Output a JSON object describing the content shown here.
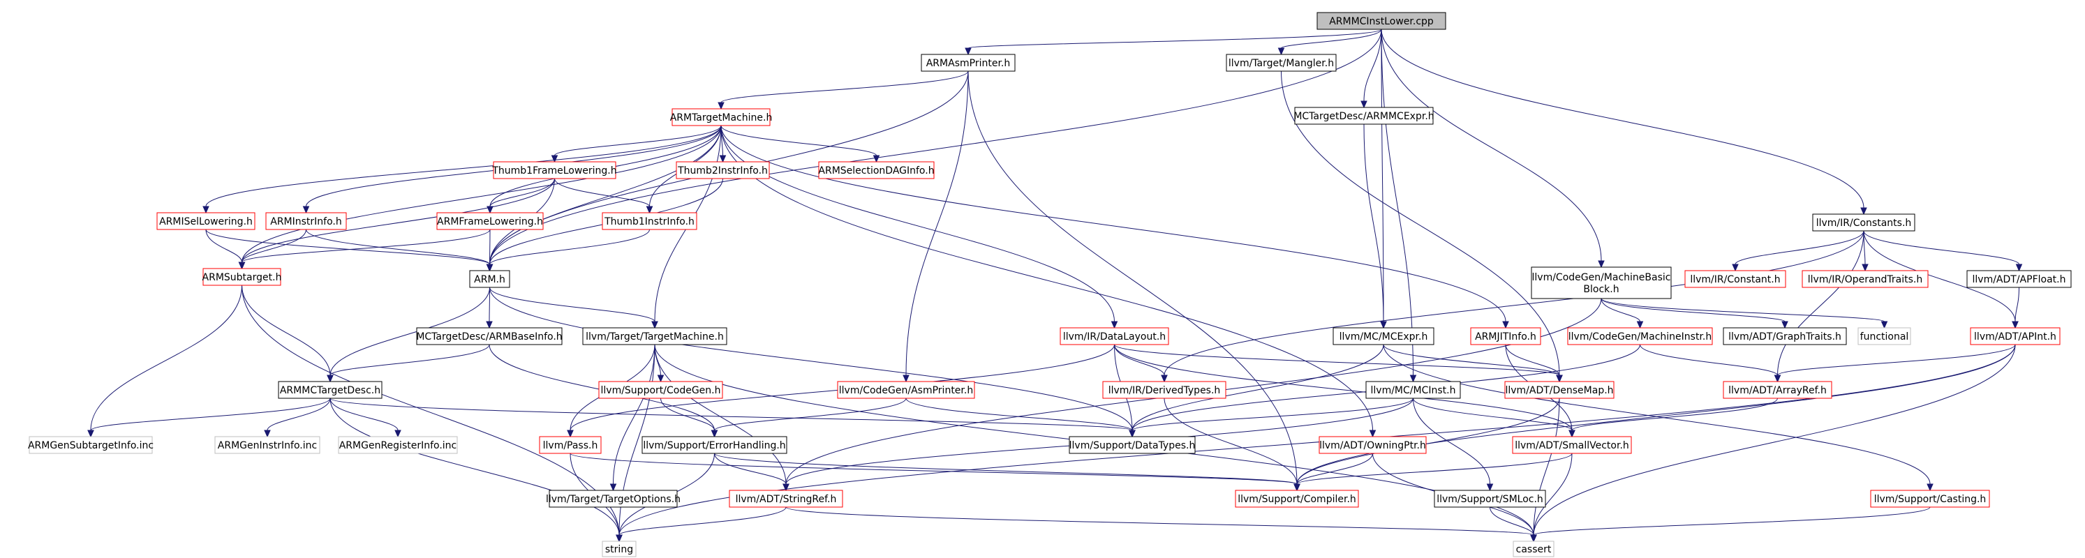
{
  "colors": {
    "edge": "#191970",
    "border_default": "#000000",
    "border_red": "#ff0000",
    "border_gray": "#bfbfbf",
    "root_fill": "#bfbfbf"
  },
  "nodes": [
    {
      "id": "root",
      "lines": [
        "ARMMCInstLower.cpp"
      ],
      "style": "root"
    },
    {
      "id": "asmprinter",
      "lines": [
        "ARMAsmPrinter.h"
      ],
      "style": "black"
    },
    {
      "id": "mangler",
      "lines": [
        "llvm/Target/Mangler.h"
      ],
      "style": "black"
    },
    {
      "id": "armmcexpr",
      "lines": [
        "MCTargetDesc/ARMMCExpr.h"
      ],
      "style": "black"
    },
    {
      "id": "tm",
      "lines": [
        "ARMTargetMachine.h"
      ],
      "style": "red"
    },
    {
      "id": "constants",
      "lines": [
        "llvm/IR/Constants.h"
      ],
      "style": "black"
    },
    {
      "id": "t1fl",
      "lines": [
        "Thumb1FrameLowering.h"
      ],
      "style": "red"
    },
    {
      "id": "t2ii",
      "lines": [
        "Thumb2InstrInfo.h"
      ],
      "style": "red"
    },
    {
      "id": "seldag",
      "lines": [
        "ARMSelectionDAGInfo.h"
      ],
      "style": "red"
    },
    {
      "id": "isellow",
      "lines": [
        "ARMISelLowering.h"
      ],
      "style": "red"
    },
    {
      "id": "armii",
      "lines": [
        "ARMInstrInfo.h"
      ],
      "style": "red"
    },
    {
      "id": "armfl",
      "lines": [
        "ARMFrameLowering.h"
      ],
      "style": "red"
    },
    {
      "id": "t1ii",
      "lines": [
        "Thumb1InstrInfo.h"
      ],
      "style": "red"
    },
    {
      "id": "subtarget",
      "lines": [
        "ARMSubtarget.h"
      ],
      "style": "red"
    },
    {
      "id": "armh",
      "lines": [
        "ARM.h"
      ],
      "style": "black"
    },
    {
      "id": "mbb",
      "lines": [
        "llvm/CodeGen/MachineBasic",
        "Block.h"
      ],
      "style": "black"
    },
    {
      "id": "irconstant",
      "lines": [
        "llvm/IR/Constant.h"
      ],
      "style": "red"
    },
    {
      "id": "operandtraits",
      "lines": [
        "llvm/IR/OperandTraits.h"
      ],
      "style": "red"
    },
    {
      "id": "apfloat",
      "lines": [
        "llvm/ADT/APFloat.h"
      ],
      "style": "black"
    },
    {
      "id": "basinfo",
      "lines": [
        "MCTargetDesc/ARMBaseInfo.h"
      ],
      "style": "black"
    },
    {
      "id": "targetmachine",
      "lines": [
        "llvm/Target/TargetMachine.h"
      ],
      "style": "black"
    },
    {
      "id": "datalayout",
      "lines": [
        "llvm/IR/DataLayout.h"
      ],
      "style": "red"
    },
    {
      "id": "mcexpr",
      "lines": [
        "llvm/MC/MCExpr.h"
      ],
      "style": "black"
    },
    {
      "id": "jtinfo",
      "lines": [
        "ARMJITInfo.h"
      ],
      "style": "red"
    },
    {
      "id": "machineinstr",
      "lines": [
        "llvm/CodeGen/MachineInstr.h"
      ],
      "style": "red"
    },
    {
      "id": "graphtraits",
      "lines": [
        "llvm/ADT/GraphTraits.h"
      ],
      "style": "black"
    },
    {
      "id": "functional",
      "lines": [
        "functional"
      ],
      "style": "gray"
    },
    {
      "id": "apint",
      "lines": [
        "llvm/ADT/APInt.h"
      ],
      "style": "red"
    },
    {
      "id": "mctargetdesc",
      "lines": [
        "ARMMCTargetDesc.h"
      ],
      "style": "black"
    },
    {
      "id": "supcodegen",
      "lines": [
        "llvm/Support/CodeGen.h"
      ],
      "style": "red"
    },
    {
      "id": "cgasmprinter",
      "lines": [
        "llvm/CodeGen/AsmPrinter.h"
      ],
      "style": "red"
    },
    {
      "id": "derivedtypes",
      "lines": [
        "llvm/IR/DerivedTypes.h"
      ],
      "style": "red"
    },
    {
      "id": "mcinst",
      "lines": [
        "llvm/MC/MCInst.h"
      ],
      "style": "black"
    },
    {
      "id": "densemap",
      "lines": [
        "llvm/ADT/DenseMap.h"
      ],
      "style": "red"
    },
    {
      "id": "arrayref",
      "lines": [
        "llvm/ADT/ArrayRef.h"
      ],
      "style": "red"
    },
    {
      "id": "gensubinc",
      "lines": [
        "ARMGenSubtargetInfo.inc"
      ],
      "style": "gray"
    },
    {
      "id": "geninstrinc",
      "lines": [
        "ARMGenInstrInfo.inc"
      ],
      "style": "gray"
    },
    {
      "id": "genreginc",
      "lines": [
        "ARMGenRegisterInfo.inc"
      ],
      "style": "gray"
    },
    {
      "id": "pass",
      "lines": [
        "llvm/Pass.h"
      ],
      "style": "red"
    },
    {
      "id": "errhandling",
      "lines": [
        "llvm/Support/ErrorHandling.h"
      ],
      "style": "black"
    },
    {
      "id": "datatypes",
      "lines": [
        "llvm/Support/DataTypes.h"
      ],
      "style": "black"
    },
    {
      "id": "owningptr",
      "lines": [
        "llvm/ADT/OwningPtr.h"
      ],
      "style": "red"
    },
    {
      "id": "smallvector",
      "lines": [
        "llvm/ADT/SmallVector.h"
      ],
      "style": "red"
    },
    {
      "id": "targetoptions",
      "lines": [
        "llvm/Target/TargetOptions.h"
      ],
      "style": "black"
    },
    {
      "id": "stringref",
      "lines": [
        "llvm/ADT/StringRef.h"
      ],
      "style": "red"
    },
    {
      "id": "compiler",
      "lines": [
        "llvm/Support/Compiler.h"
      ],
      "style": "red"
    },
    {
      "id": "smloc",
      "lines": [
        "llvm/Support/SMLoc.h"
      ],
      "style": "black"
    },
    {
      "id": "casting",
      "lines": [
        "llvm/Support/Casting.h"
      ],
      "style": "red"
    },
    {
      "id": "string",
      "lines": [
        "string"
      ],
      "style": "gray"
    },
    {
      "id": "cassert",
      "lines": [
        "cassert"
      ],
      "style": "gray"
    }
  ],
  "edges": [
    [
      "root",
      "asmprinter"
    ],
    [
      "root",
      "mangler"
    ],
    [
      "root",
      "armmcexpr"
    ],
    [
      "root",
      "constants"
    ],
    [
      "root",
      "mbb"
    ],
    [
      "root",
      "mcexpr"
    ],
    [
      "root",
      "mcinst"
    ],
    [
      "root",
      "armh"
    ],
    [
      "asmprinter",
      "tm"
    ],
    [
      "asmprinter",
      "armh"
    ],
    [
      "asmprinter",
      "cgasmprinter"
    ],
    [
      "asmprinter",
      "compiler"
    ],
    [
      "mangler",
      "densemap"
    ],
    [
      "armmcexpr",
      "mcexpr"
    ],
    [
      "tm",
      "t1fl"
    ],
    [
      "tm",
      "t2ii"
    ],
    [
      "tm",
      "seldag"
    ],
    [
      "tm",
      "isellow"
    ],
    [
      "tm",
      "armii"
    ],
    [
      "tm",
      "armfl"
    ],
    [
      "tm",
      "t1ii"
    ],
    [
      "tm",
      "subtarget"
    ],
    [
      "tm",
      "armh"
    ],
    [
      "tm",
      "targetmachine"
    ],
    [
      "tm",
      "datalayout"
    ],
    [
      "tm",
      "jtinfo"
    ],
    [
      "tm",
      "owningptr"
    ],
    [
      "t1fl",
      "armfl"
    ],
    [
      "t1fl",
      "t1ii"
    ],
    [
      "t1fl",
      "armh"
    ],
    [
      "t1fl",
      "subtarget"
    ],
    [
      "t2ii",
      "armh"
    ],
    [
      "isellow",
      "subtarget"
    ],
    [
      "isellow",
      "armh"
    ],
    [
      "armii",
      "subtarget"
    ],
    [
      "armii",
      "armh"
    ],
    [
      "armfl",
      "subtarget"
    ],
    [
      "armfl",
      "armh"
    ],
    [
      "t1ii",
      "armh"
    ],
    [
      "subtarget",
      "mctargetdesc"
    ],
    [
      "subtarget",
      "gensubinc"
    ],
    [
      "subtarget",
      "string"
    ],
    [
      "armh",
      "mctargetdesc"
    ],
    [
      "armh",
      "basinfo"
    ],
    [
      "armh",
      "targetmachine"
    ],
    [
      "armh",
      "datatypes"
    ],
    [
      "basinfo",
      "mctargetdesc"
    ],
    [
      "basinfo",
      "errhandling"
    ],
    [
      "mctargetdesc",
      "gensubinc"
    ],
    [
      "mctargetdesc",
      "geninstrinc"
    ],
    [
      "mctargetdesc",
      "genreginc"
    ],
    [
      "mctargetdesc",
      "datatypes"
    ],
    [
      "mctargetdesc",
      "string"
    ],
    [
      "targetmachine",
      "supcodegen"
    ],
    [
      "targetmachine",
      "pass"
    ],
    [
      "targetmachine",
      "targetoptions"
    ],
    [
      "targetmachine",
      "stringref"
    ],
    [
      "targetmachine",
      "string"
    ],
    [
      "targetmachine",
      "cassert"
    ],
    [
      "supcodegen",
      "errhandling"
    ],
    [
      "cgasmprinter",
      "errhandling"
    ],
    [
      "cgasmprinter",
      "datatypes"
    ],
    [
      "datalayout",
      "derivedtypes"
    ],
    [
      "datalayout",
      "densemap"
    ],
    [
      "datalayout",
      "datatypes"
    ],
    [
      "datalayout",
      "pass"
    ],
    [
      "datalayout",
      "smallvector"
    ],
    [
      "constants",
      "irconstant"
    ],
    [
      "constants",
      "operandtraits"
    ],
    [
      "constants",
      "apfloat"
    ],
    [
      "constants",
      "apint"
    ],
    [
      "constants",
      "arrayref"
    ],
    [
      "constants",
      "derivedtypes"
    ],
    [
      "apfloat",
      "apint"
    ],
    [
      "mbb",
      "machineinstr"
    ],
    [
      "mbb",
      "graphtraits"
    ],
    [
      "mbb",
      "functional"
    ],
    [
      "mbb",
      "stringref"
    ],
    [
      "machineinstr",
      "arrayref"
    ],
    [
      "machineinstr",
      "datatypes"
    ],
    [
      "mcexpr",
      "densemap"
    ],
    [
      "mcexpr",
      "casting"
    ],
    [
      "mcexpr",
      "datatypes"
    ],
    [
      "jtinfo",
      "densemap"
    ],
    [
      "jtinfo",
      "smallvector"
    ],
    [
      "mcinst",
      "smallvector"
    ],
    [
      "mcinst",
      "stringref"
    ],
    [
      "mcinst",
      "smloc"
    ],
    [
      "mcinst",
      "datatypes"
    ],
    [
      "apint",
      "arrayref"
    ],
    [
      "apint",
      "compiler"
    ],
    [
      "apint",
      "string"
    ],
    [
      "apint",
      "cassert"
    ],
    [
      "arrayref",
      "smallvector"
    ],
    [
      "densemap",
      "compiler"
    ],
    [
      "densemap",
      "cassert"
    ],
    [
      "derivedtypes",
      "compiler"
    ],
    [
      "smallvector",
      "compiler"
    ],
    [
      "smallvector",
      "cassert"
    ],
    [
      "pass",
      "compiler"
    ],
    [
      "pass",
      "string"
    ],
    [
      "errhandling",
      "stringref"
    ],
    [
      "errhandling",
      "compiler"
    ],
    [
      "errhandling",
      "string"
    ],
    [
      "owningptr",
      "compiler"
    ],
    [
      "owningptr",
      "cassert"
    ],
    [
      "stringref",
      "string"
    ],
    [
      "stringref",
      "cassert"
    ],
    [
      "smloc",
      "cassert"
    ],
    [
      "casting",
      "cassert"
    ]
  ]
}
